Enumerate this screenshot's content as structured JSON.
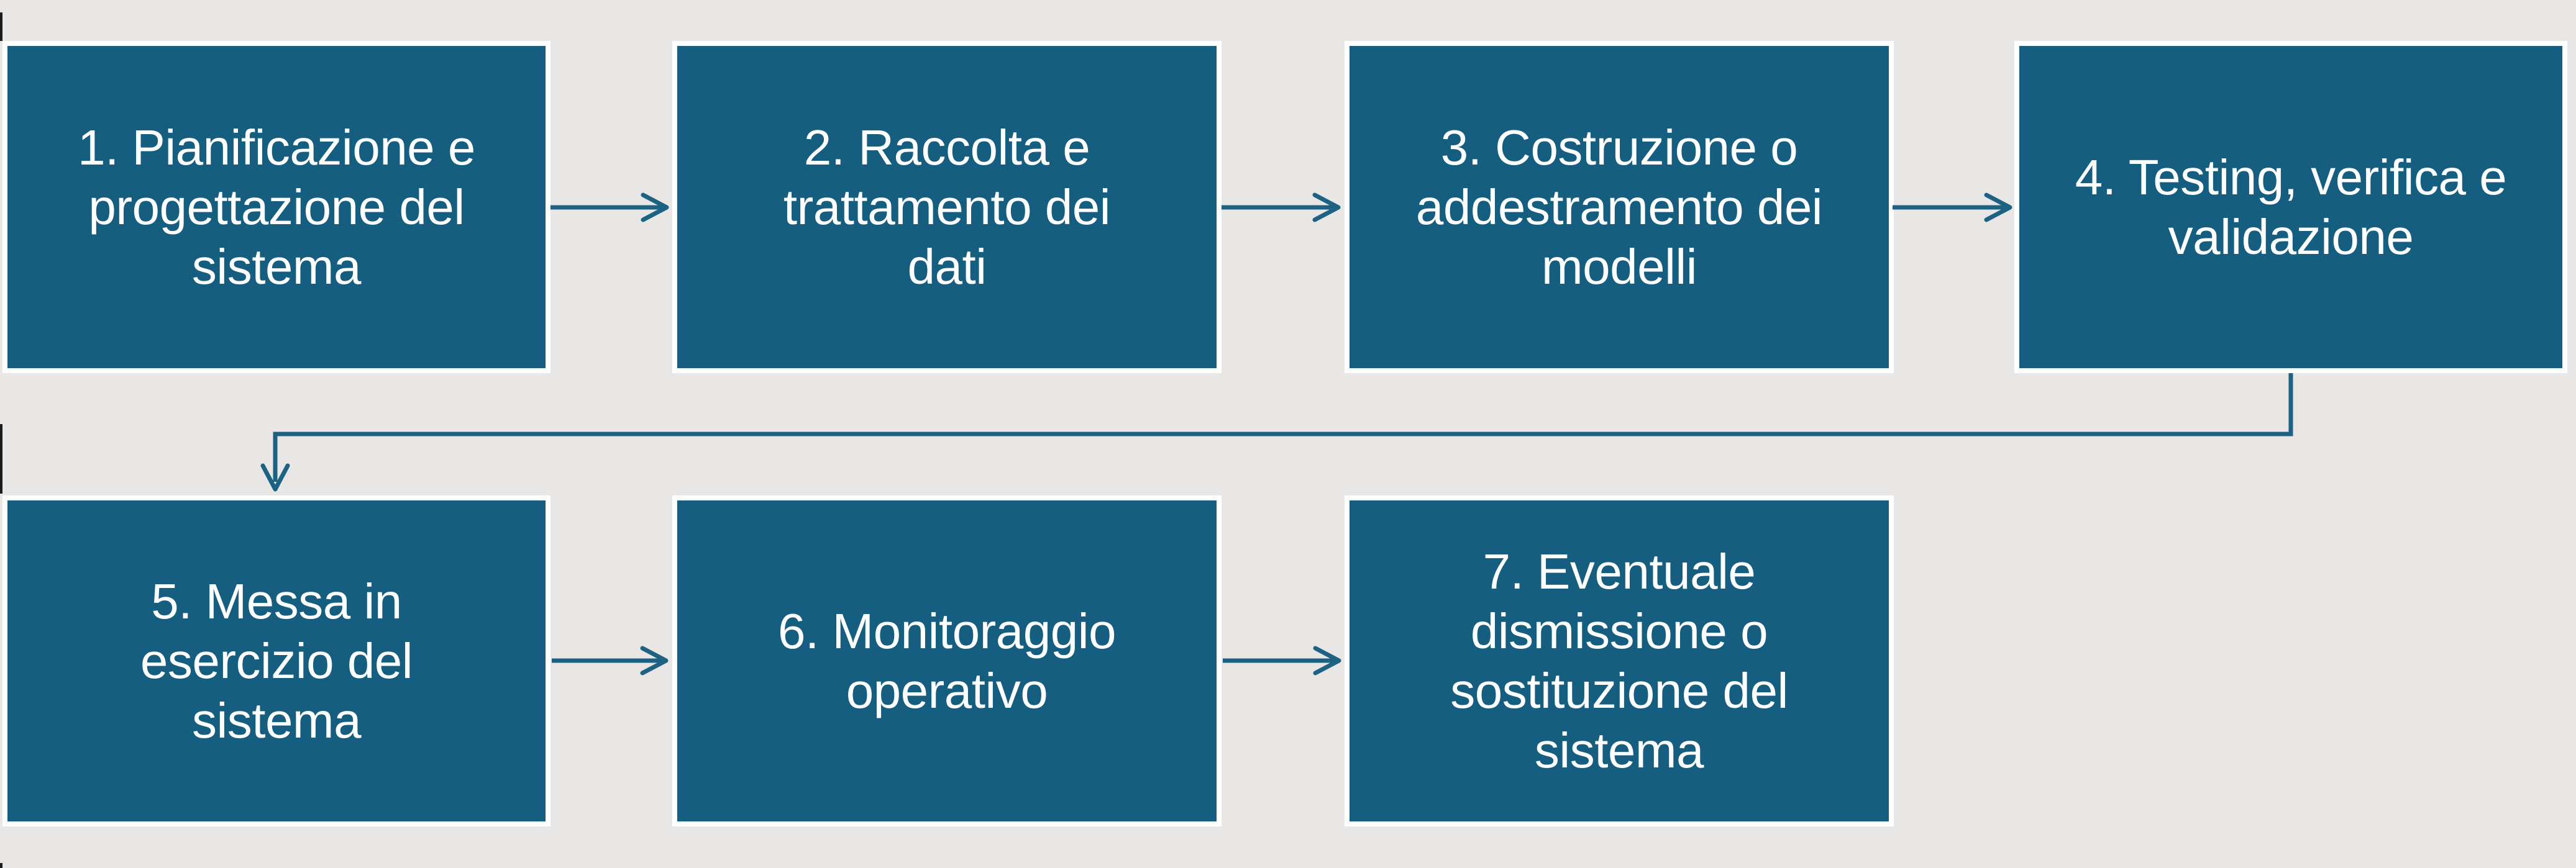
{
  "palette": {
    "background": "#E8E7E5",
    "box_fill": "#155E7F",
    "box_border": "#FFFFFF",
    "box_text": "#FFFFFF",
    "connector": "#1D6282",
    "edge_artifact": "#1C1C1C"
  },
  "flowchart": {
    "type": "process-flow",
    "language": "it",
    "steps": [
      {
        "id": 1,
        "label": "1. Pianificazione e\nprogettazione del\nsistema"
      },
      {
        "id": 2,
        "label": "2. Raccolta e\ntrattamento dei\ndati"
      },
      {
        "id": 3,
        "label": "3. Costruzione o\naddestramento dei\nmodelli"
      },
      {
        "id": 4,
        "label": "4. Testing, verifica e\nvalidazione"
      },
      {
        "id": 5,
        "label": "5. Messa in\nesercizio del\nsistema"
      },
      {
        "id": 6,
        "label": "6. Monitoraggio\noperativo"
      },
      {
        "id": 7,
        "label": "7. Eventuale\ndismissione o\nsostituzione del\nsistema"
      }
    ],
    "connections": [
      {
        "from": 1,
        "to": 2,
        "style": "straight-arrow"
      },
      {
        "from": 2,
        "to": 3,
        "style": "straight-arrow"
      },
      {
        "from": 3,
        "to": 4,
        "style": "straight-arrow"
      },
      {
        "from": 4,
        "to": 5,
        "style": "elbow-arrow"
      },
      {
        "from": 5,
        "to": 6,
        "style": "straight-arrow"
      },
      {
        "from": 6,
        "to": 7,
        "style": "straight-arrow"
      }
    ]
  }
}
